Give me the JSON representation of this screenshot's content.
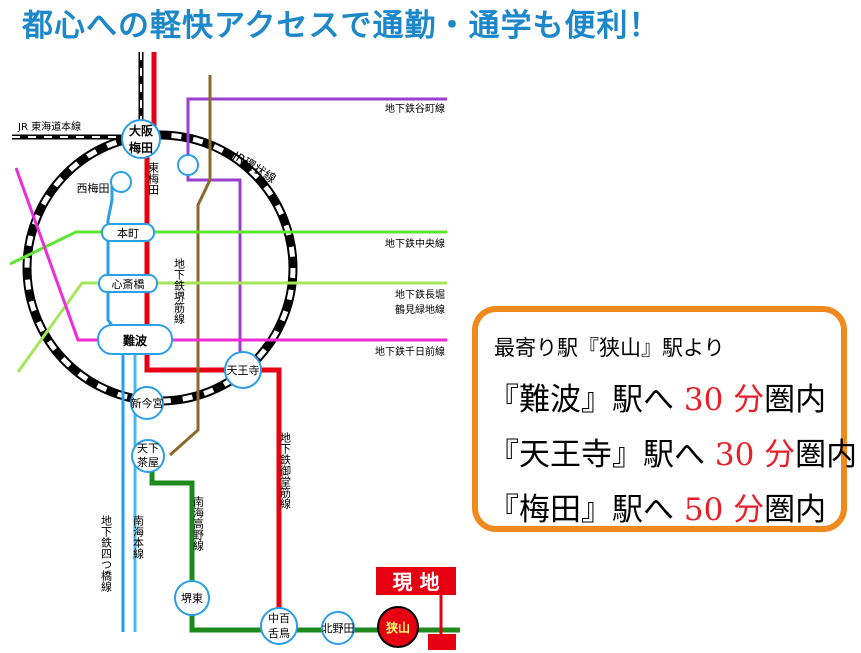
{
  "title": "都心への軽快アクセスで通勤・通学も便利！",
  "lines": {
    "jr_tokaido": "JR 東海道本線",
    "jr_loop": "JR環状線",
    "tanimachi": "地下鉄谷町線",
    "chuo": "地下鉄中央線",
    "nagahori_1": "地下鉄長堀",
    "nagahori_2": "鶴見緑地線",
    "sennichimae": "地下鉄千日前線",
    "sakaisuji": "地下鉄堺筋線",
    "midosuji": "地下鉄御堂筋線",
    "koya": "南海高野線",
    "yotsubashi": "地下鉄四つ橋線",
    "nankai_main": "南海本線"
  },
  "stations": {
    "umeda_1": "大阪",
    "umeda_2": "梅田",
    "higashi_umeda": "東梅田",
    "nishi_umeda": "西梅田",
    "honmachi": "本町",
    "shinsaibashi": "心斎橋",
    "namba": "難波",
    "tennoji": "天王寺",
    "shin_imamiya": "新今宮",
    "tengachaya_1": "天下",
    "tengachaya_2": "茶屋",
    "sakaihigashi": "堺東",
    "nakamozu_1": "中百",
    "nakamozu_2": "舌鳥",
    "kitanoda": "北野田",
    "sayama": "狭山"
  },
  "current_location": "現 地",
  "access": {
    "lead": "最寄り駅『狭山』駅より",
    "rows": [
      {
        "station": "『難波』駅へ",
        "time": "30 分",
        "suffix": "圏内"
      },
      {
        "station": "『天王寺』駅へ",
        "time": "30 分",
        "suffix": "圏内"
      },
      {
        "station": "『梅田』駅へ",
        "time": "50 分",
        "suffix": "圏内"
      }
    ]
  },
  "colors": {
    "title": "#1c87c9",
    "midosuji": "#e60012",
    "tanimachi": "#9b3fd0",
    "chuo": "#5ee62e",
    "nagahori": "#a6e65a",
    "sennichimae": "#ee2bd6",
    "sakaisuji": "#8a6a2a",
    "yotsubashi": "#2a9ee6",
    "koya": "#1e8a1e",
    "box_border": "#f08a1e",
    "time_highlight": "#e8202a"
  }
}
